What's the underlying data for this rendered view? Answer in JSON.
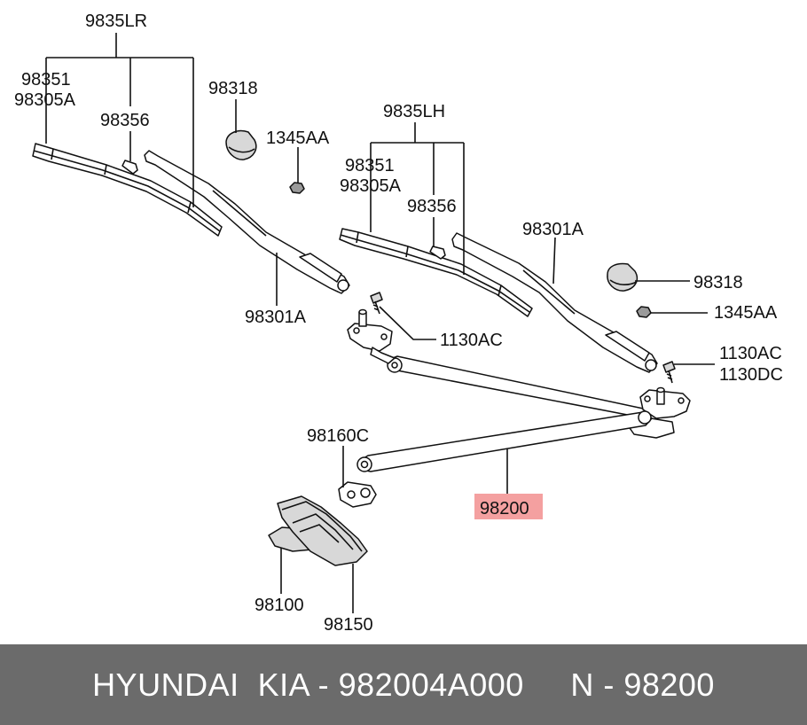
{
  "labels": {
    "set_lr": "9835LR",
    "set_lh": "9835LH",
    "blade_l_a": "98351",
    "blade_l_b": "98305A",
    "clip_l": "98356",
    "blade_r_a": "98351",
    "blade_r_b": "98305A",
    "clip_r": "98356",
    "cap_l": "98318",
    "cap_r": "98318",
    "nut_l": "1345AA",
    "nut_r": "1345AA",
    "arm_l": "98301A",
    "arm_r": "98301A",
    "bolt_l": "1130AC",
    "bolt_r_a": "1130AC",
    "bolt_r_b": "1130DC",
    "bushing": "98160C",
    "linkage": "98200",
    "motor": "98100",
    "cover": "98150"
  },
  "highlight": {
    "part": "98200",
    "color": "#f4a0a0"
  },
  "footer": {
    "text": "HYUNDAI  KIA - 982004A000     N - 98200"
  }
}
